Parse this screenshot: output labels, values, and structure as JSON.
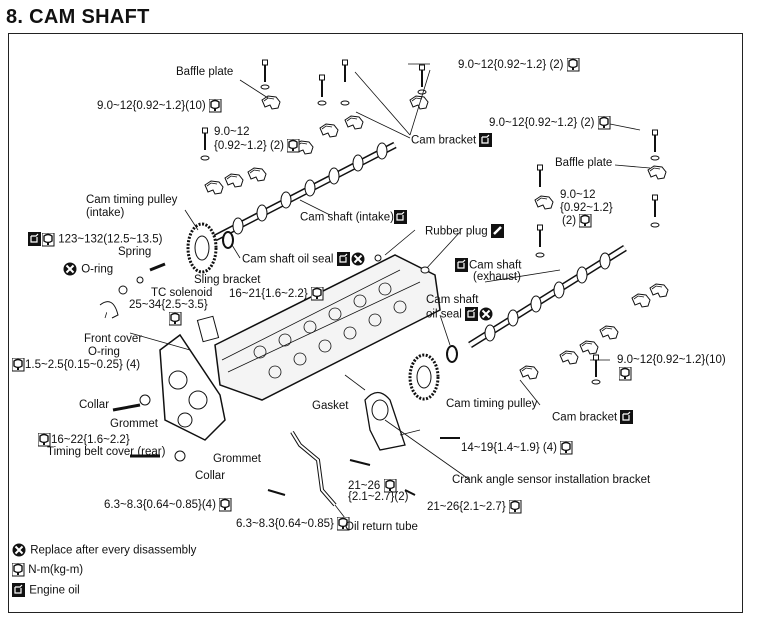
{
  "header": {
    "title": "8.  CAM SHAFT"
  },
  "labels": {
    "baffle_plate_left": "Baffle plate",
    "torque_top_right": "9.0~12{0.92~1.2} (2)",
    "torque_left_10": "9.0~12{0.92~1.2}(10)",
    "torque_left_2_a": "9.0~12",
    "torque_left_2_b": "{0.92~1.2} (2)",
    "cam_bracket_top": "Cam bracket",
    "torque_right_2": "9.0~12{0.92~1.2} (2)",
    "baffle_plate_right": "Baffle plate",
    "torque_right_2b_a": "9.0~12",
    "torque_right_2b_b": "{0.92~1.2}",
    "torque_right_2b_c": "(2)",
    "cam_timing_pulley_intake_a": "Cam timing pulley",
    "cam_timing_pulley_intake_b": "(intake)",
    "cam_shaft_intake": "Cam shaft (intake)",
    "torque_123": "123~132(12.5~13.5)",
    "spring": "Spring",
    "o_ring": "O-ring",
    "rubber_plug": "Rubber plug",
    "cam_shaft_oil_seal": "Cam shaft oil seal",
    "cam_shaft_exhaust_a": "Cam shaft",
    "cam_shaft_exhaust_b": "(exhaust)",
    "sling_bracket": "Sling bracket",
    "tc_solenoid": "TC solenoid",
    "torque_16_21": "16~21{1.6~2.2}",
    "torque_25_34": "25~34{2.5~3.5}",
    "cam_shaft_oil_seal_r_a": "Cam shaft",
    "cam_shaft_oil_seal_r_b": "oil seal",
    "front_cover": "Front cover",
    "o_ring_2": "O-ring",
    "torque_1_5": "1.5~2.5{0.15~0.25} (4)",
    "torque_right_10": "9.0~12{0.92~1.2}(10)",
    "collar_1": "Collar",
    "gasket": "Gasket",
    "cam_timing_pulley_exh": "Cam timing pulley",
    "cam_bracket_bottom": "Cam bracket",
    "grommet_1": "Grommet",
    "torque_16_22": "16~22{1.6~2.2}",
    "timing_belt_cover": "Timing belt cover (rear)",
    "torque_14_19": "14~19{1.4~1.9} (4)",
    "grommet_2": "Grommet",
    "collar_2": "Collar",
    "crank_angle_bracket": "Crank angle sensor installation bracket",
    "torque_21_26_a": "21~26",
    "torque_21_26_b": "{2.1~2.7}(2)",
    "torque_6_3_4": "6.3~8.3{0.64~0.85}(4)",
    "torque_21_26_c": "21~26{2.1~2.7}",
    "torque_6_3": "6.3~8.3{0.64~0.85}",
    "oil_return_tube": "Oil return tube"
  },
  "legend": {
    "replace": "Replace after every disassembly",
    "torque": "N-m(kg-m)",
    "oil": "Engine oil"
  }
}
